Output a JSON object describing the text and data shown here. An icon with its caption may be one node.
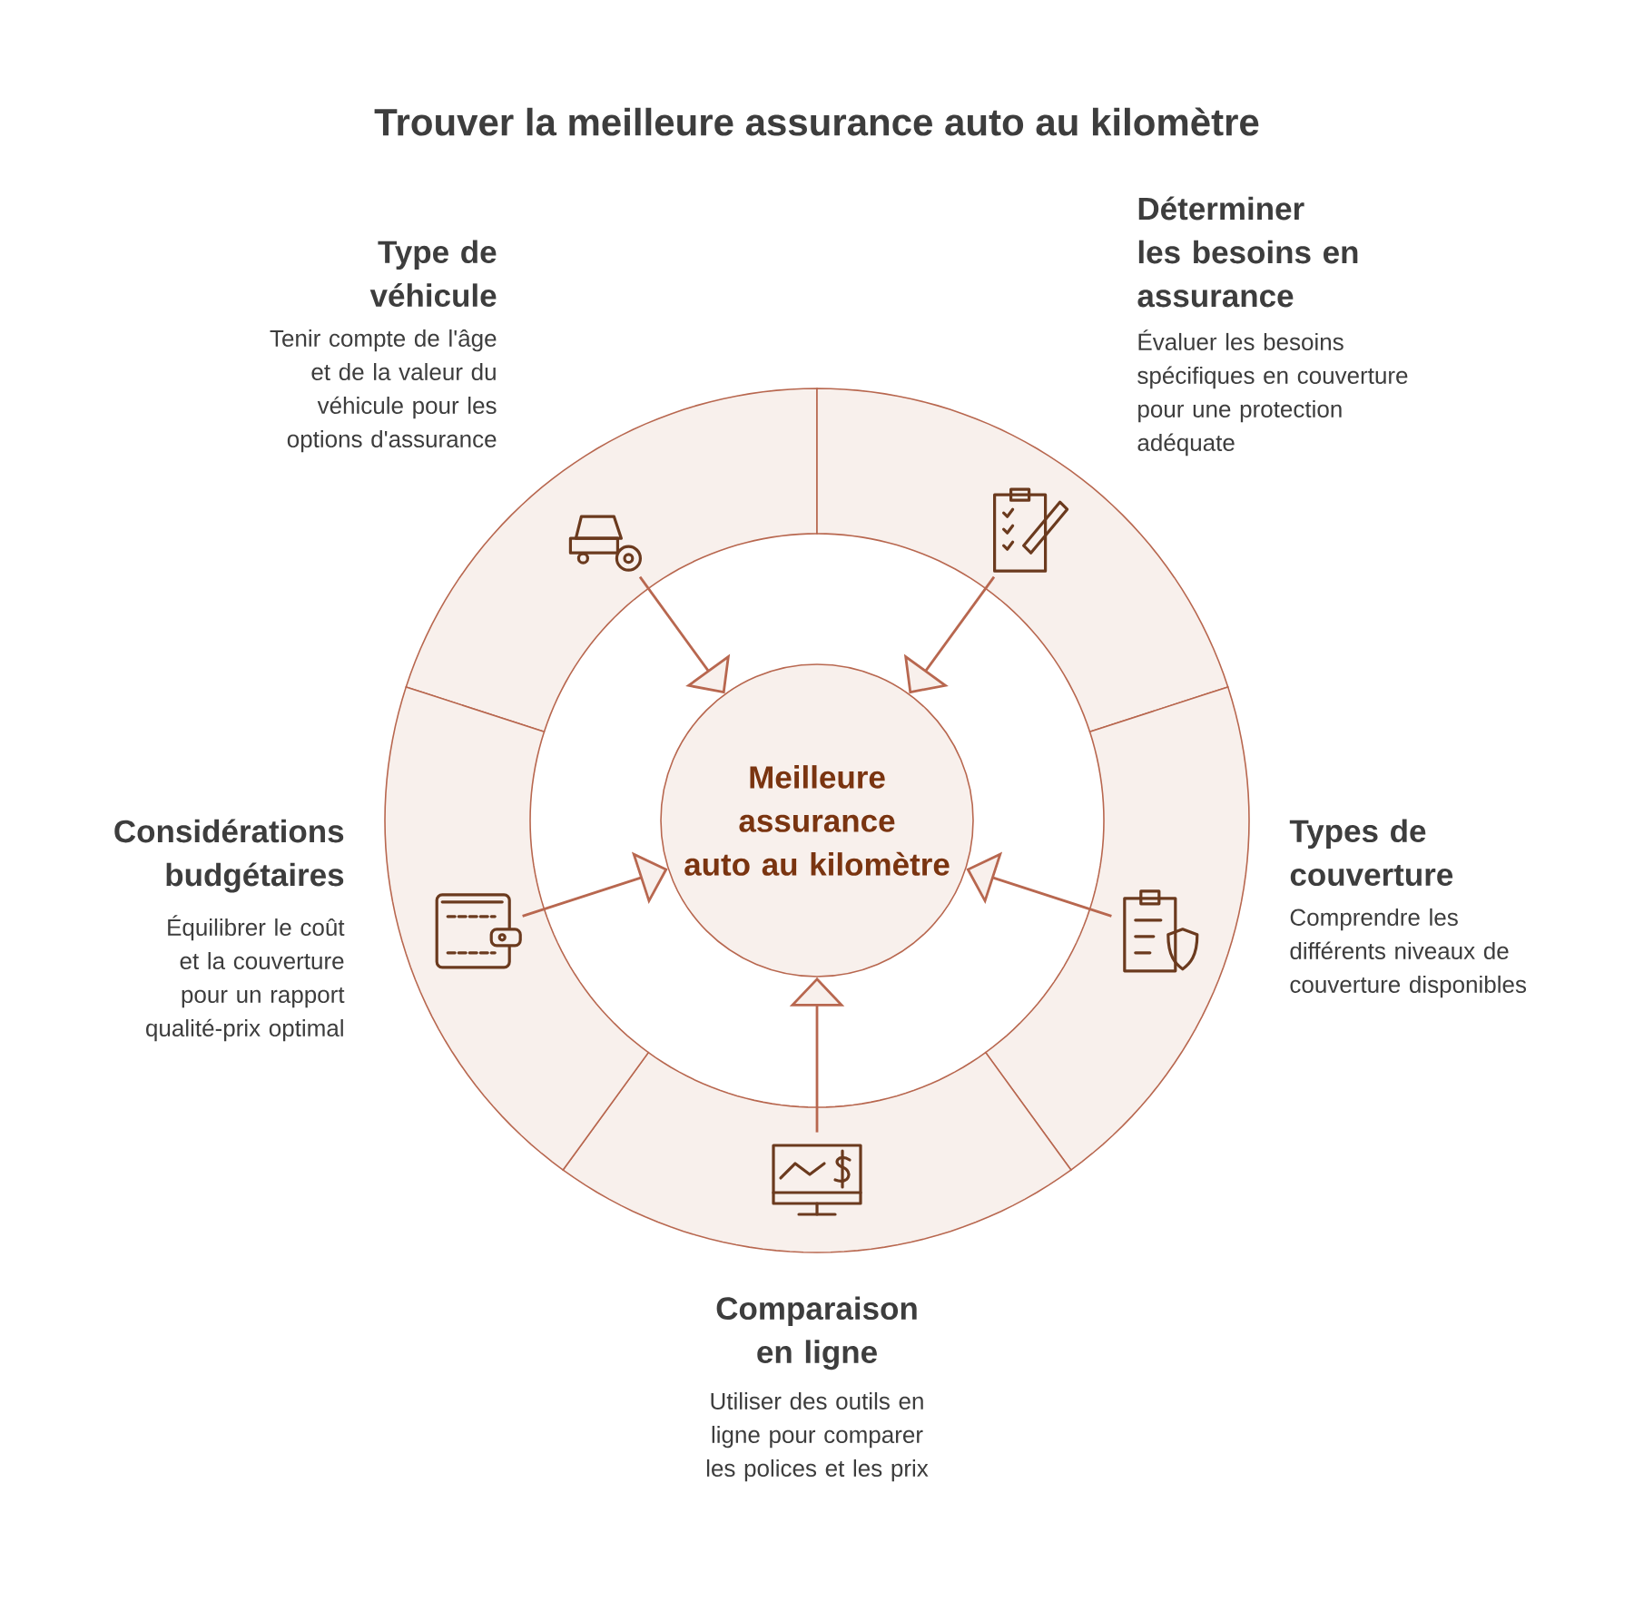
{
  "diagram": {
    "title": "Trouver la meilleure assurance auto au kilomètre",
    "nodes": [
      {
        "text": [
          "Meilleure assurance auto au kilomètre"
        ]
      },
      {
        "text": [
          "Type de véhicule",
          "Tenir compte de l'âge et de la valeur du véhicule pour les options d'assurance"
        ]
      },
      {
        "text": [
          "Déterminer les besoins en assurance",
          "Évaluer les besoins spécifiques en couverture pour une protection adéquate"
        ]
      },
      {
        "text": [
          "Types de couverture",
          "Comprendre les différents niveaux de couverture disponibles"
        ]
      },
      {
        "text": [
          "Comparaison en ligne",
          "Utiliser des outils en ligne pour comparer les polices et les prix"
        ]
      },
      {
        "text": [
          "Considérations budgétaires",
          "Équilibrer le coût et la couverture pour un rapport qualité-prix optimal"
        ]
      }
    ],
    "edges": [
      {
        "from": 1,
        "to": 0,
        "arrow": "to"
      },
      {
        "from": 2,
        "to": 0,
        "arrow": "to"
      },
      {
        "from": 3,
        "to": 0,
        "arrow": "to"
      },
      {
        "from": 4,
        "to": 0,
        "arrow": "to"
      },
      {
        "from": 5,
        "to": 0,
        "arrow": "to"
      }
    ]
  }
}
